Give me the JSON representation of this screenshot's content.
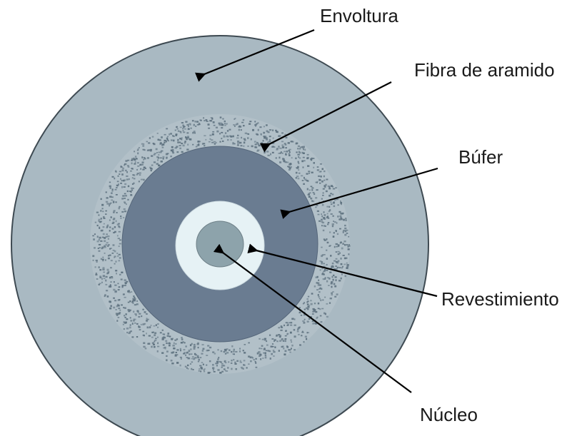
{
  "labels": {
    "envoltura": "Envoltura",
    "fibra": "Fibra de aramido",
    "bufer": "Búfer",
    "revestimiento": "Revestimiento",
    "nucleo": "Núcleo"
  },
  "colors": {
    "background": "#ffffff",
    "jacket": "#a9b9c2",
    "aramid_band": "#b2c0c8",
    "aramid_fiber": "#5f7280",
    "buffer": "#6a7c91",
    "cladding": "#e6f2f5",
    "core": "#8da3ab",
    "outline": "#3e4a52",
    "arrow": "#000000"
  }
}
